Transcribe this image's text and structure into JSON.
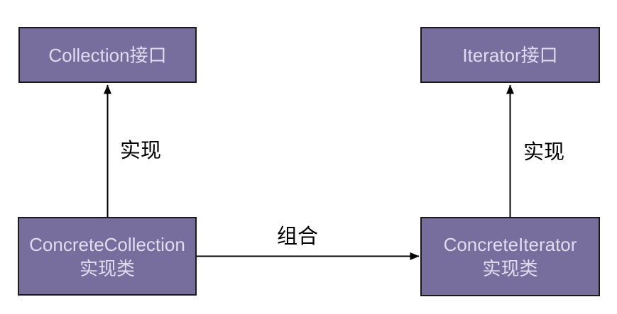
{
  "diagram": {
    "type": "uml-class-relationship",
    "background": "#ffffff",
    "colors": {
      "node_fill": "#776e9d",
      "node_border": "#1a1a1a",
      "node_text": "#e0dcef",
      "edge_color": "#000000",
      "edge_label_color": "#000000"
    },
    "nodes": {
      "collection_interface": {
        "lines": [
          "Collection接口"
        ]
      },
      "iterator_interface": {
        "lines": [
          "Iterator接口"
        ]
      },
      "concrete_collection": {
        "lines": [
          "ConcreteCollection",
          "实现类"
        ]
      },
      "concrete_iterator": {
        "lines": [
          "ConcreteIterator",
          "实现类"
        ]
      }
    },
    "edges": {
      "implements_left": {
        "from": "concrete_collection",
        "to": "collection_interface",
        "label": "实现",
        "style": "solid-arrow-up"
      },
      "implements_right": {
        "from": "concrete_iterator",
        "to": "iterator_interface",
        "label": "实现",
        "style": "solid-arrow-up"
      },
      "composition": {
        "from": "concrete_collection",
        "to": "concrete_iterator",
        "label": "组合",
        "style": "solid-arrow-right"
      }
    }
  }
}
